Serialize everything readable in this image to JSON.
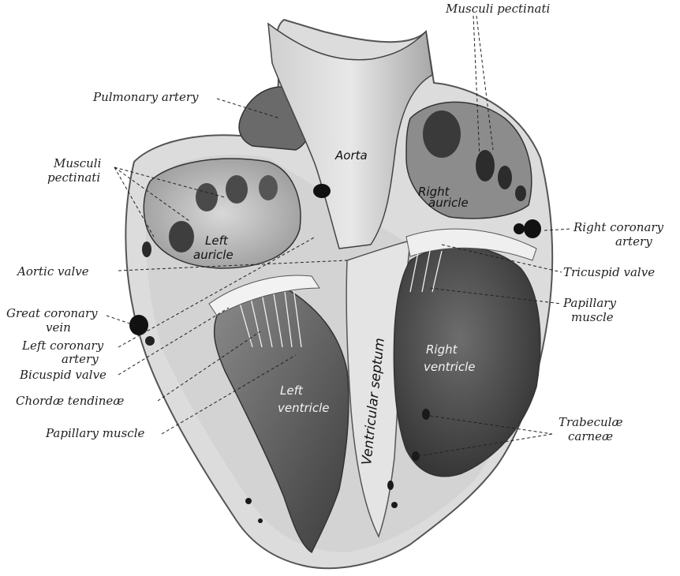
{
  "figure": {
    "labels": {
      "musculi_pectinati_top": "Musculi pectinati",
      "pulmonary_artery": "Pulmonary artery",
      "musculi_left_1": "Musculi",
      "musculi_left_2": "pectinati",
      "aortic_valve": "Aortic valve",
      "great_coronary_1": "Great coronary",
      "great_coronary_2": "vein",
      "left_coronary_1": "Left coronary",
      "left_coronary_2": "artery",
      "bicuspid_valve": "Bicuspid valve",
      "chordae": "Chordæ tendineæ",
      "papillary_left": "Papillary muscle",
      "right_coronary_1": "Right coronary",
      "right_coronary_2": "artery",
      "tricuspid_valve": "Tricuspid valve",
      "papillary_right_1": "Papillary",
      "papillary_right_2": "muscle",
      "trabeculae_1": "Trabeculæ",
      "trabeculae_2": "carneæ"
    },
    "inner_labels": {
      "aorta": "Aorta",
      "right_auricle_1": "Right",
      "right_auricle_2": "auricle",
      "left_auricle_1": "Left",
      "left_auricle_2": "auricle",
      "right_ventricle_1": "Right",
      "right_ventricle_2": "ventricle",
      "left_ventricle_1": "Left",
      "left_ventricle_2": "ventricle",
      "ventricular_septum": "Ventricular septum"
    },
    "colors": {
      "wall": "#d9d9d9",
      "chamber_dark": "#4a4a4a",
      "chamber_mid": "#7a7a7a",
      "vessel": "#bdbdbd"
    }
  }
}
